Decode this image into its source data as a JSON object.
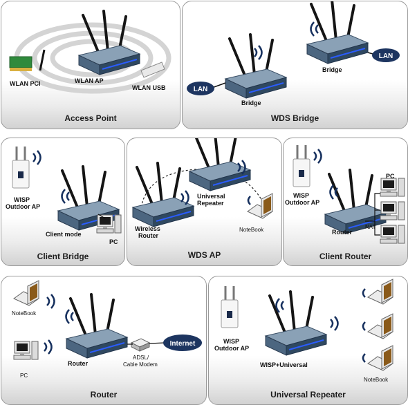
{
  "panels": {
    "access_point": {
      "caption": "Access Point",
      "wlan_pci": "WLAN PCI",
      "wlan_ap": "WLAN AP",
      "wlan_usb": "WLAN USB"
    },
    "wds_bridge": {
      "caption": "WDS Bridge",
      "lan_left": "LAN",
      "lan_right": "LAN",
      "bridge_left": "Bridge",
      "bridge_right": "Bridge"
    },
    "client_bridge": {
      "caption": "Client Bridge",
      "wisp_line1": "WISP",
      "wisp_line2": "Outdoor AP",
      "client_mode": "Client mode",
      "pc": "PC"
    },
    "wds_ap": {
      "caption": "WDS AP",
      "universal_line1": "Universal",
      "universal_line2": "Repeater",
      "wireless_line1": "Wireless",
      "wireless_line2": "Router",
      "notebook": "NoteBook"
    },
    "client_router": {
      "caption": "Client Router",
      "wisp_line1": "WISP",
      "wisp_line2": "Outdoor AP",
      "pc": "PC",
      "router": "Router",
      "nat": "NAT"
    },
    "router": {
      "caption": "Router",
      "notebook": "NoteBook",
      "pc": "PC",
      "router": "Router",
      "adsl_line1": "ADSL/",
      "adsl_line2": "Cable Modem",
      "internet": "Internet"
    },
    "universal_repeater": {
      "caption": "Universal Repeater",
      "wisp_line1": "WISP",
      "wisp_line2": "Outdoor AP",
      "wisp_universal": "WISP+Universal",
      "notebook": "NoteBook"
    }
  },
  "colors": {
    "router_body": "#4a6580",
    "router_top": "#7e97ad",
    "led_blue": "#2a5cff",
    "lan_cloud": "#1d3560",
    "wave": "#16305e"
  }
}
